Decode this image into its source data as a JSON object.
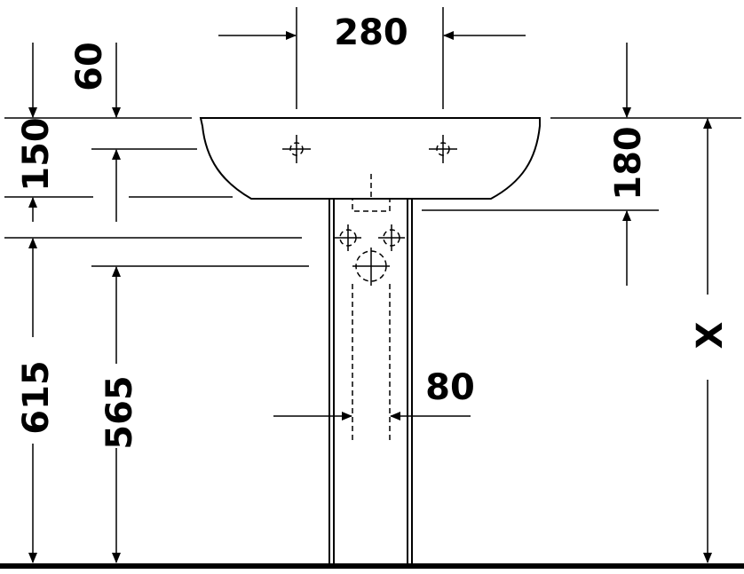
{
  "dimensions": {
    "top_width": "280",
    "top_offset": "60",
    "bowl_depth": "150",
    "right_height": "180",
    "pedestal_width": "80",
    "floor_to_overflow": "615",
    "floor_to_waste": "565",
    "basin_height": "X"
  }
}
